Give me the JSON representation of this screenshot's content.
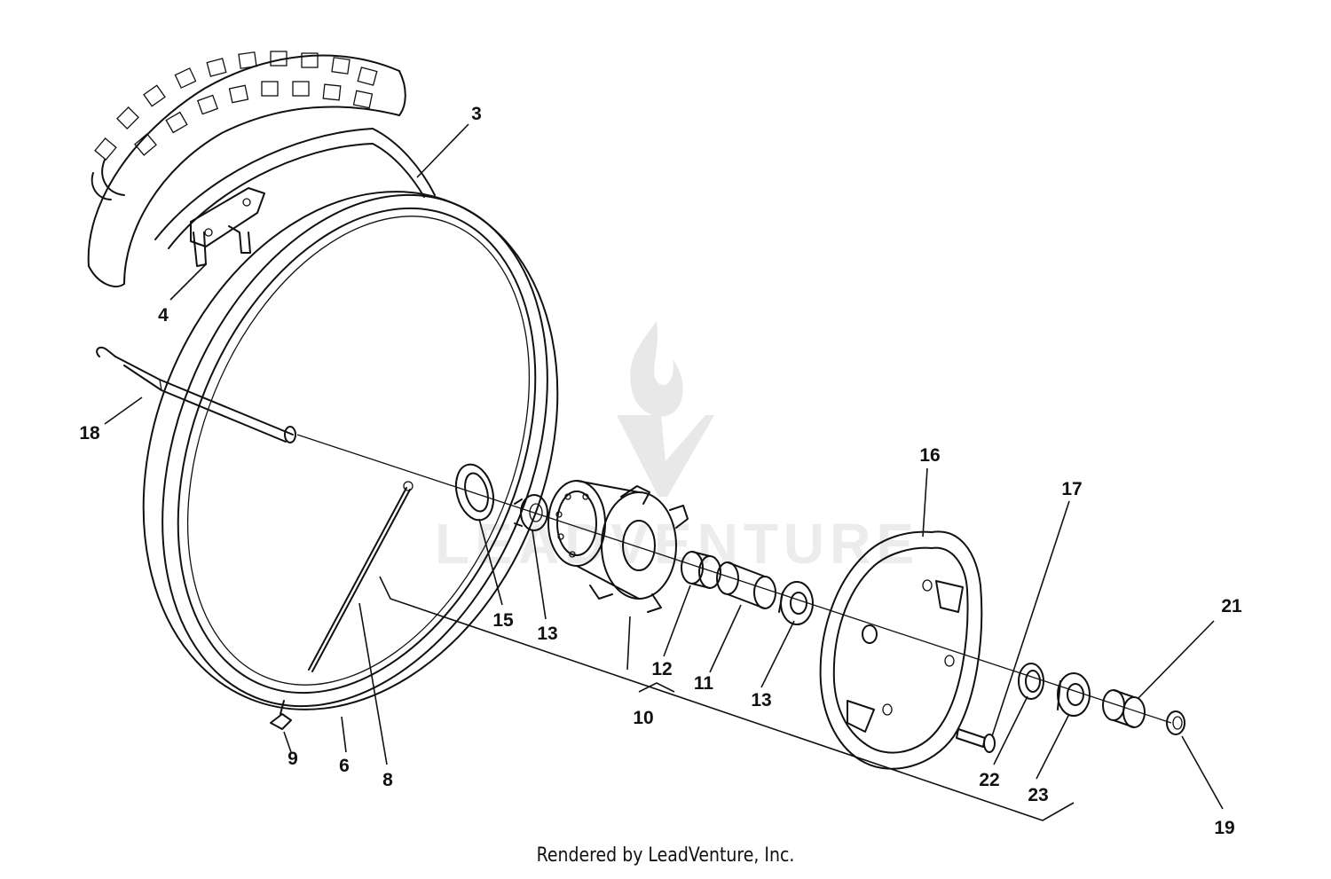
{
  "footer": {
    "text": "Rendered by LeadVenture, Inc."
  },
  "watermark": {
    "text": "LEADVENTURE"
  },
  "callouts": {
    "c3": "3",
    "c4": "4",
    "c6": "6",
    "c8": "8",
    "c9": "9",
    "c10": "10",
    "c11": "11",
    "c12": "12",
    "c13a": "13",
    "c13b": "13",
    "c15": "15",
    "c16": "16",
    "c17": "17",
    "c18": "18",
    "c19": "19",
    "c21": "21",
    "c22": "22",
    "c23": "23"
  }
}
